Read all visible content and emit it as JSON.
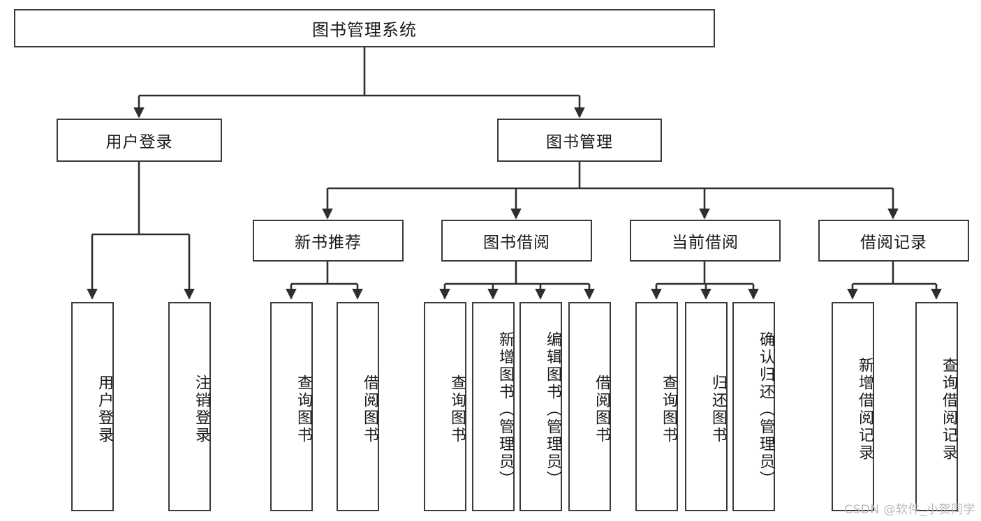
{
  "diagram": {
    "title": "图书管理系统",
    "type": "tree-hierarchy",
    "watermark": "CSDN @软件_小贺同学",
    "root": {
      "label": "图书管理系统"
    },
    "level2": [
      {
        "label": "用户登录"
      },
      {
        "label": "图书管理"
      }
    ],
    "level3": [
      {
        "label": "新书推荐"
      },
      {
        "label": "图书借阅"
      },
      {
        "label": "当前借阅"
      },
      {
        "label": "借阅记录"
      }
    ],
    "leaves": {
      "user_login": [
        {
          "label": "用户登录"
        },
        {
          "label": "注销登录"
        }
      ],
      "new_book_recommend": [
        {
          "label": "查询图书"
        },
        {
          "label": "借阅图书"
        }
      ],
      "book_borrow": [
        {
          "label": "查询图书"
        },
        {
          "label": "新增图书（管理员）"
        },
        {
          "label": "编辑图书（管理员）"
        },
        {
          "label": "借阅图书"
        }
      ],
      "current_borrow": [
        {
          "label": "查询图书"
        },
        {
          "label": "归还图书"
        },
        {
          "label": "确认归还（管理员）"
        }
      ],
      "borrow_record": [
        {
          "label": "新增借阅记录"
        },
        {
          "label": "查询借阅记录"
        }
      ]
    },
    "colors": {
      "stroke": "#3a3a3a",
      "fill": "#ffffff",
      "text": "#1a1a1a",
      "watermark": "#b9b9b9"
    }
  }
}
